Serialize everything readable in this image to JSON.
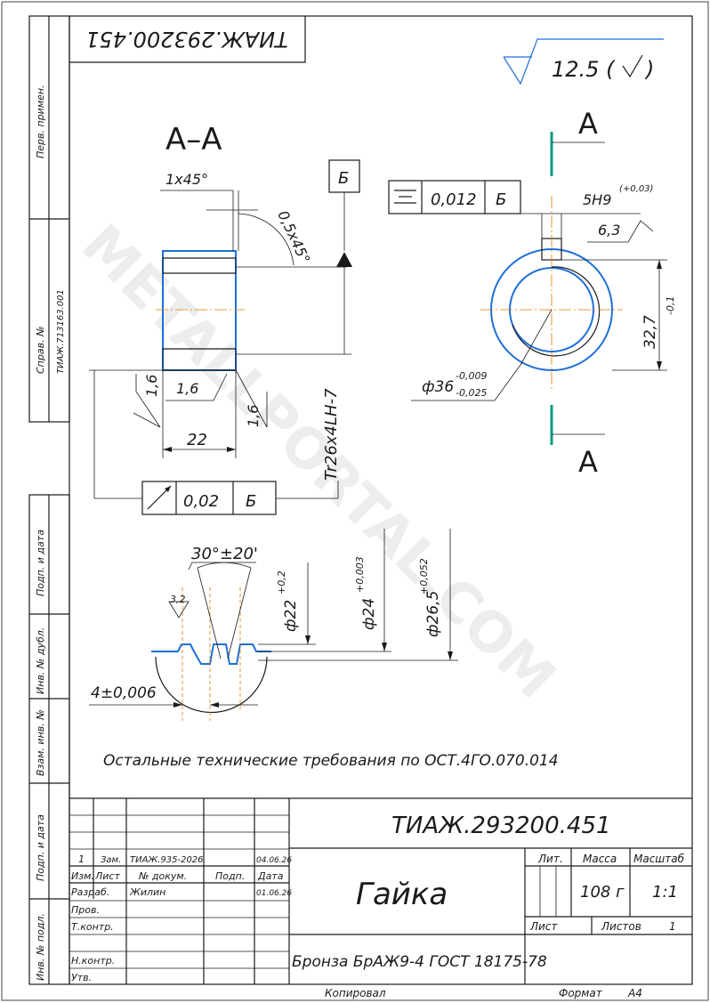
{
  "watermark": "METALLPORTAL.COM",
  "top_stamp": "ТИАЖ.293200.451",
  "roughness": {
    "value": "12.5 (",
    "closing": ")"
  },
  "left_strip": {
    "perv_primen": "Перв. примен.",
    "sprav_no": "Справ. №",
    "sprav_value": "ТИАЖ.713163.001",
    "podp_data_1": "Подп. и дата",
    "inv_dubl": "Инв. № дубл.",
    "vzam_inv": "Взам. инв. №",
    "podp_data_2": "Подп. и дата",
    "inv_podl": "Инв. № подл."
  },
  "section": {
    "title": "А–А",
    "chamfer_1": "1х45°",
    "chamfer_2": "0,5х45°",
    "datum": "Б",
    "thread": "Tr26x4LH-7",
    "rough_1": "1,6",
    "rough_2": "1,6",
    "rough_3": "1,6",
    "width": "22",
    "runout_value": "0,02",
    "runout_datum": "Б"
  },
  "front_view": {
    "cut_label_top": "А",
    "cut_label_bottom": "А",
    "sym_value": "0,012",
    "sym_datum": "Б",
    "keyway_tol": "5H9",
    "keyway_dev": "(+0,03)",
    "keyway_rough": "6,3",
    "height": "32,7",
    "height_dev": "-0,1",
    "dia": "ф36",
    "dia_upper": "-0,009",
    "dia_lower": "-0,025"
  },
  "thread_detail": {
    "angle": "30°±20'",
    "rough": "3,2",
    "d1": "ф22",
    "d1_dev": "+0,2",
    "d2": "ф24",
    "d2_dev": "+0,003",
    "d3": "ф26,5",
    "d3_dev": "+0,052",
    "pitch": "4±0,006"
  },
  "note": "Остальные технические требования по ОСТ.4ГО.070.014",
  "title_block": {
    "doc_number": "ТИАЖ.293200.451",
    "name": "Гайка",
    "material": "Бронза БрАЖ9-4 ГОСТ 18175-78",
    "lit_header": "Лит.",
    "mass_header": "Масса",
    "scale_header": "Масштаб",
    "mass": "108 г",
    "scale": "1:1",
    "sheet_label": "Лист",
    "sheets_label": "Листов",
    "sheets_count": "1",
    "change_row": {
      "num": "1",
      "code": "Зам.",
      "doc": "ТИАЖ.935-2026",
      "date": "04.06.26"
    },
    "header_row": {
      "izm": "Изм.",
      "list": "Лист",
      "doc": "№ докум.",
      "podp": "Подп.",
      "data": "Дата"
    },
    "razrab_label": "Разраб.",
    "razrab_name": "Жилин",
    "razrab_date": "01.06.26",
    "prov": "Пров.",
    "tkontr": "Т.контр.",
    "nkontr": "Н.контр.",
    "utv": "Утв."
  },
  "footer": {
    "copied": "Копировал",
    "format_label": "Формат",
    "format_value": "А4"
  }
}
